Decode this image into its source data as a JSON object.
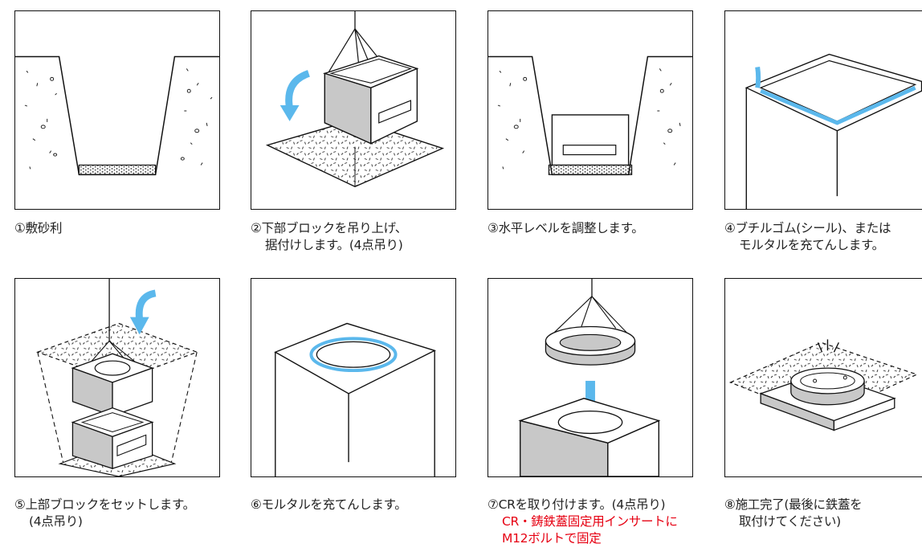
{
  "colors": {
    "accent": "#5bb8ec",
    "concrete": "#c8c8c8",
    "note": "#e60012"
  },
  "steps": [
    {
      "number": "①",
      "text": "敷砂利",
      "text2": ""
    },
    {
      "number": "②",
      "text": "下部ブロックを吊り上げ、",
      "text2": "据付けします。(4点吊り)"
    },
    {
      "number": "③",
      "text": "水平レベルを調整します。",
      "text2": ""
    },
    {
      "number": "④",
      "text": "ブチルゴム(シール)、または",
      "text2": "モルタルを充てんします。"
    },
    {
      "number": "⑤",
      "text": "上部ブロックをセットします。",
      "text2": "(4点吊り)"
    },
    {
      "number": "⑥",
      "text": "モルタルを充てんします。",
      "text2": ""
    },
    {
      "number": "⑦",
      "text": "CRを取り付けます。(4点吊り)",
      "text2": "",
      "note": "CR・鋳鉄蓋固定用インサートに",
      "note2": "M12ボルトで固定"
    },
    {
      "number": "⑧",
      "text": "施工完了(最後に鉄蓋を",
      "text2": "取付けてください)"
    }
  ]
}
